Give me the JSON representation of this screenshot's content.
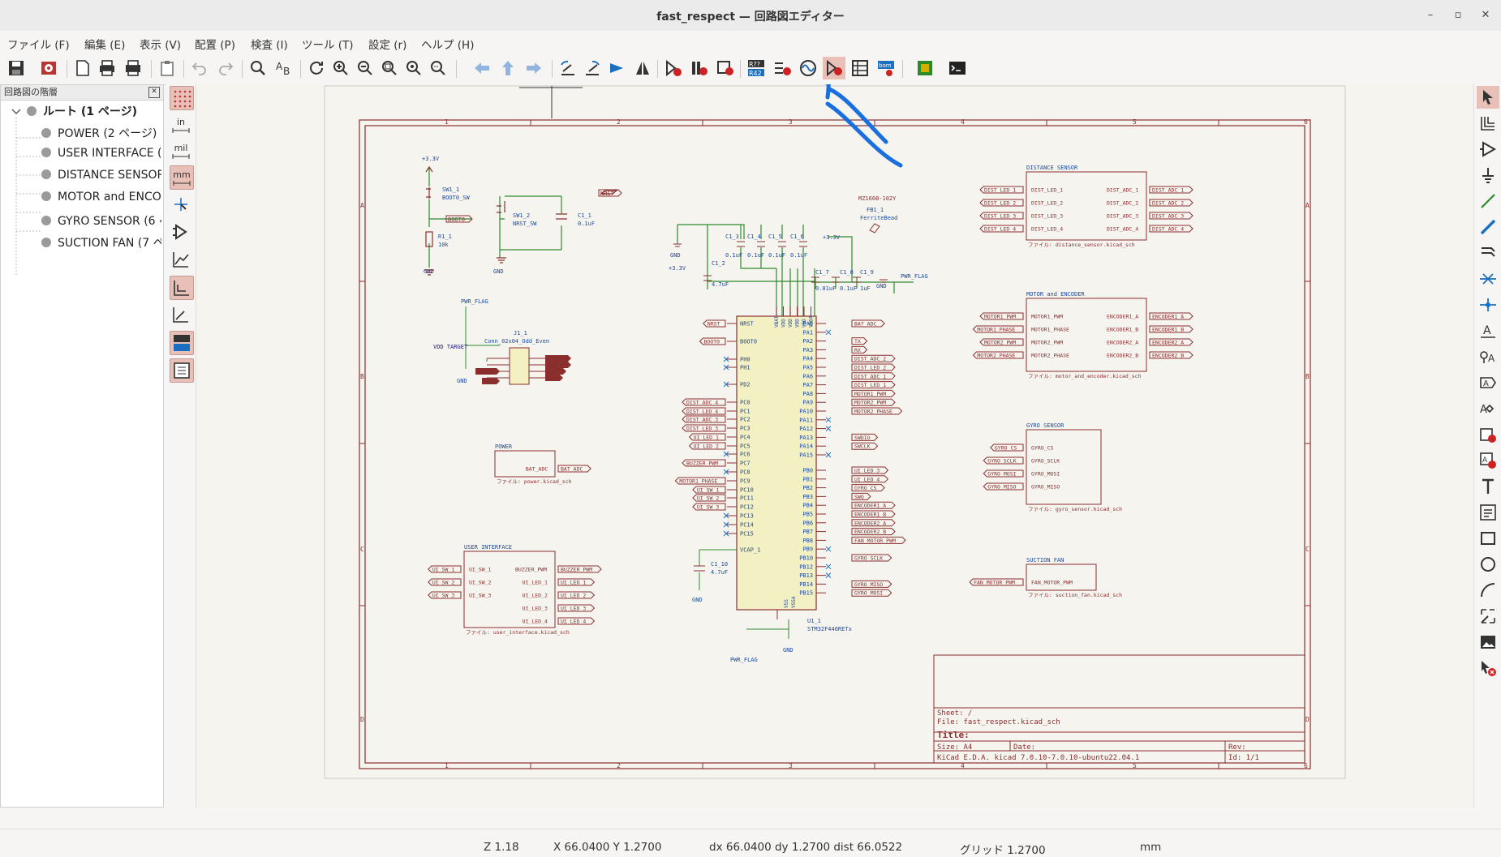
{
  "window": {
    "title": "fast_respect — 回路図エディター",
    "minimize": "–",
    "maximize": "▫",
    "close": "✕"
  },
  "menu": [
    "ファイル (F)",
    "編集 (E)",
    "表示 (V)",
    "配置 (P)",
    "検査 (I)",
    "ツール (T)",
    "設定 (r)",
    "ヘルプ (H)"
  ],
  "hierarchy": {
    "title": "回路図の階層",
    "root": "ルート (1 ページ)",
    "items": [
      "POWER (2 ページ)",
      "USER INTERFACE (3",
      "DISTANCE SENSOR (",
      "MOTOR and ENCOD",
      "GYRO SENSOR (6 ペ",
      "SUCTION FAN (7 ペ"
    ]
  },
  "left_units": {
    "in": "in",
    "mil": "mil",
    "mm": "mm"
  },
  "status": {
    "zoom": "Z 1.18",
    "xy": "X 66.0400  Y 1.2700",
    "delta": "dx 66.0400  dy 1.2700  dist 66.0522",
    "grid": "グリッド 1.2700",
    "units": "mm"
  },
  "schematic": {
    "border_cols": [
      "1",
      "2",
      "3",
      "4",
      "5",
      "6"
    ],
    "border_rows": [
      "A",
      "B",
      "C",
      "D"
    ],
    "title_block": {
      "sheet": "Sheet: /",
      "file": "File: fast_respect.kicad_sch",
      "title": "Title:",
      "size": "Size: A4",
      "date": "Date:",
      "rev": "Rev:",
      "kicad": "KiCad E.D.A.  kicad 7.0.10-7.0.10-ubuntu22.04.1",
      "id": "Id: 1/1"
    },
    "sheets": {
      "distance": {
        "name": "DISTANCE SENSOR",
        "file": "ファイル: distance_sensor.kicad_sch",
        "left_pins": [
          "DIST_LED_1",
          "DIST_LED_2",
          "DIST_LED_3",
          "DIST_LED_4"
        ],
        "right_pins": [
          "DIST_ADC_1",
          "DIST_ADC_2",
          "DIST_ADC_3",
          "DIST_ADC_4"
        ]
      },
      "motor": {
        "name": "MOTOR and ENCODER",
        "file": "ファイル: motor_and_encoder.kicad_sch",
        "left_pins": [
          "MOTOR1_PWM",
          "MOTOR1_PHASE",
          "MOTOR2_PWM",
          "MOTOR2_PHASE"
        ],
        "right_pins": [
          "ENCODER1_A",
          "ENCODER1_B",
          "ENCODER2_A",
          "ENCODER2_B"
        ]
      },
      "gyro": {
        "name": "GYRO SENSOR",
        "file": "ファイル: gyro_sensor.kicad_sch",
        "pins": [
          "GYRO_CS",
          "GYRO_SCLK",
          "GYRO_MOSI",
          "GYRO_MISO"
        ]
      },
      "fan": {
        "name": "SUCTION FAN",
        "file": "ファイル: suction_fan.kicad_sch",
        "pins": [
          "FAN_MOTOR_PWM"
        ]
      },
      "power": {
        "name": "POWER",
        "file": "ファイル: power.kicad_sch",
        "pins": [
          "BAT_ADC"
        ]
      },
      "ui": {
        "name": "USER INTERFACE",
        "file": "ファイル: user_interface.kicad_sch",
        "left_pins": [
          "UI_SW_1",
          "UI_SW_2",
          "UI_SW_3"
        ],
        "right_pins": [
          "BUZZER_PWM",
          "UI_LED_1",
          "UI_LED_2",
          "UI_LED_3",
          "UI_LED_4"
        ]
      }
    },
    "mcu": {
      "ref": "U1_1",
      "value": "STM32F446RETx",
      "left_pins": [
        "NRST",
        "BOOT0",
        "PH0",
        "PH1",
        "PD2",
        "PC0",
        "PC1",
        "PC2",
        "PC3",
        "PC4",
        "PC5",
        "PC6",
        "PC7",
        "PC8",
        "PC9",
        "PC10",
        "PC11",
        "PC12",
        "PC13",
        "PC14",
        "PC15",
        "VCAP_1"
      ],
      "right_pins": [
        "PA0",
        "PA1",
        "PA2",
        "PA3",
        "PA4",
        "PA5",
        "PA6",
        "PA7",
        "PA8",
        "PA9",
        "PA10",
        "PA11",
        "PA12",
        "PA13",
        "PA14",
        "PA15",
        "PB0",
        "PB1",
        "PB2",
        "PB3",
        "PB4",
        "PB5",
        "PB6",
        "PB7",
        "PB8",
        "PB9",
        "PB10",
        "PB12",
        "PB13",
        "PB14",
        "PB15"
      ],
      "right_labels": [
        "BAT_ADC",
        "",
        "TX",
        "RX",
        "DIST_ADC_2",
        "DIST_LED_2",
        "DIST_ADC_1",
        "DIST_LED_1",
        "MOTOR1_PWM",
        "MOTOR2_PWM",
        "MOTOR2_PHASE",
        "",
        "",
        "SWDIO",
        "SWCLK",
        "",
        "UI_LED_3",
        "UI_LED_4",
        "GYRO_CS",
        "SWO",
        "ENCODER1_A",
        "ENCODER1_B",
        "ENCODER2_A",
        "ENCODER2_B",
        "FAN_MOTOR_PWM",
        "",
        "GYRO_SCLK",
        "",
        "",
        "GYRO_MISO",
        "GYRO_MOSI"
      ],
      "left_labels": [
        "NRST",
        "BOOT0",
        "",
        "",
        "",
        "DIST_ADC_4",
        "DIST_LED_4",
        "DIST_ADC_3",
        "DIST_LED_3",
        "UI_LED_1",
        "UI_LED_2",
        "",
        "BUZZER_PWM",
        "",
        "MOTOR1_PHASE",
        "UI_SW_1",
        "UI_SW_2",
        "UI_SW_3",
        "",
        "",
        ""
      ],
      "top_pins": [
        "VBAT",
        "VDD",
        "VDD",
        "VDD",
        "VDD",
        "VDDA"
      ],
      "bottom_pins": [
        "VSS",
        "VSSA"
      ]
    },
    "parts": {
      "sw1": {
        "ref": "SW1_1",
        "value": "BOOT0_SW"
      },
      "sw2": {
        "ref": "SW1_2",
        "value": "NRST_SW"
      },
      "c11": {
        "ref": "C1_1",
        "value": "0.1uF"
      },
      "r11": {
        "ref": "R1_1",
        "value": "10k"
      },
      "c12": {
        "ref": "C1_2",
        "value": "4.7uF"
      },
      "c13": {
        "ref": "C1_3",
        "value": "0.1uF"
      },
      "c14": {
        "ref": "C1_4",
        "value": "0.1uF"
      },
      "c15": {
        "ref": "C1_5",
        "value": "0.1uF"
      },
      "c16": {
        "ref": "C1_6",
        "value": "0.1uF"
      },
      "c17": {
        "ref": "C1_7",
        "value": "0.01uF"
      },
      "c18": {
        "ref": "C1_8",
        "value": "0.1uF"
      },
      "c19": {
        "ref": "C1_9",
        "value": "1uF"
      },
      "c110": {
        "ref": "C1_10",
        "value": "4.7uF"
      },
      "fb": {
        "ref": "FB1_1",
        "value": "FerriteBead",
        "mpn": "MZ1608-102Y"
      },
      "j1": {
        "ref": "J1_1",
        "value": "Conn_02x04_Odd_Even",
        "left": [
          "NRST",
          "TX"
        ],
        "right": [
          "SWCLK",
          "SWDIO",
          "SWO",
          "RX"
        ],
        "vdd": "VDD TARGET"
      },
      "labels": {
        "v33": "+3.3V",
        "gnd": "GND",
        "pwr_flag": "PWR_FLAG",
        "nrst": "NRST",
        "boot0": "BOOT0"
      }
    }
  }
}
